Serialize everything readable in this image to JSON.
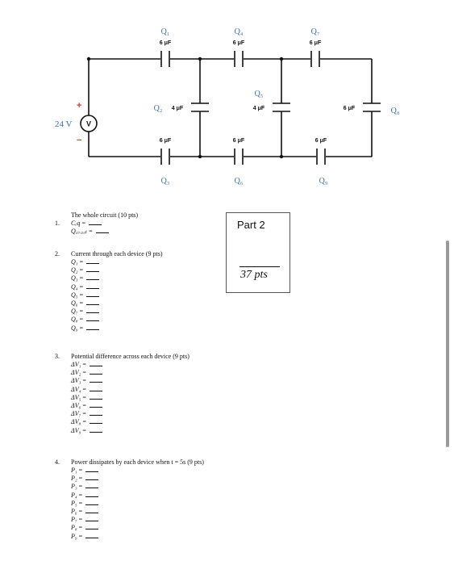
{
  "circuit": {
    "source_voltage": "24 V",
    "source_symbol": "V",
    "polarity_plus": "+",
    "polarity_minus": "−",
    "capacitors": [
      {
        "label": "Q₁",
        "value": "6 μF"
      },
      {
        "label": "Q₂",
        "value": "4 μF"
      },
      {
        "label": "Q₃",
        "value": "6 μF"
      },
      {
        "label": "Q₄",
        "value": "6 μF"
      },
      {
        "label": "Q₅",
        "value": "4 μF"
      },
      {
        "label": "Q₆",
        "value": "6 μF"
      },
      {
        "label": "Q₇",
        "value": "6 μF"
      },
      {
        "label": "Q₈",
        "value": "6 μF"
      },
      {
        "label": "Q₉",
        "value": "6 μF"
      }
    ]
  },
  "part_box": {
    "title": "Part 2",
    "points": "37 pts"
  },
  "sections": [
    {
      "number": "",
      "heading": "The whole circuit (10 pts)",
      "items": []
    },
    {
      "number": "1.",
      "heading": "",
      "items": [
        "C_eq",
        "Q_circuit"
      ]
    }
  ],
  "q1": {
    "heading": "The whole circuit (10 pts)",
    "number": "1.",
    "items": [
      "Cₑq",
      "Q꜀ᵢᵣ꜀ᵤᵢₜ"
    ]
  },
  "q2": {
    "number": "2.",
    "heading": "Current through each device (9 pts)",
    "items": [
      "Q₁",
      "Q₂",
      "Q₃",
      "Q₄",
      "Q₅",
      "Q₆",
      "Q₇",
      "Q₈",
      "Q₉"
    ]
  },
  "q3": {
    "number": "3.",
    "heading": "Potential difference across each device (9 pts)",
    "items": [
      "ΔV₁",
      "ΔV₂",
      "ΔV₃",
      "ΔV₄",
      "ΔV₅",
      "ΔV₆",
      "ΔV₇",
      "ΔV₈",
      "ΔV₉"
    ]
  },
  "q4": {
    "number": "4.",
    "heading": "Power dissipates by each device when t = 5s (9 pts)",
    "items": [
      "P₁",
      "P₂",
      "P₃",
      "P₄",
      "P₅",
      "P₆",
      "P₇",
      "P₈",
      "P₉"
    ]
  },
  "equals_sign": "="
}
